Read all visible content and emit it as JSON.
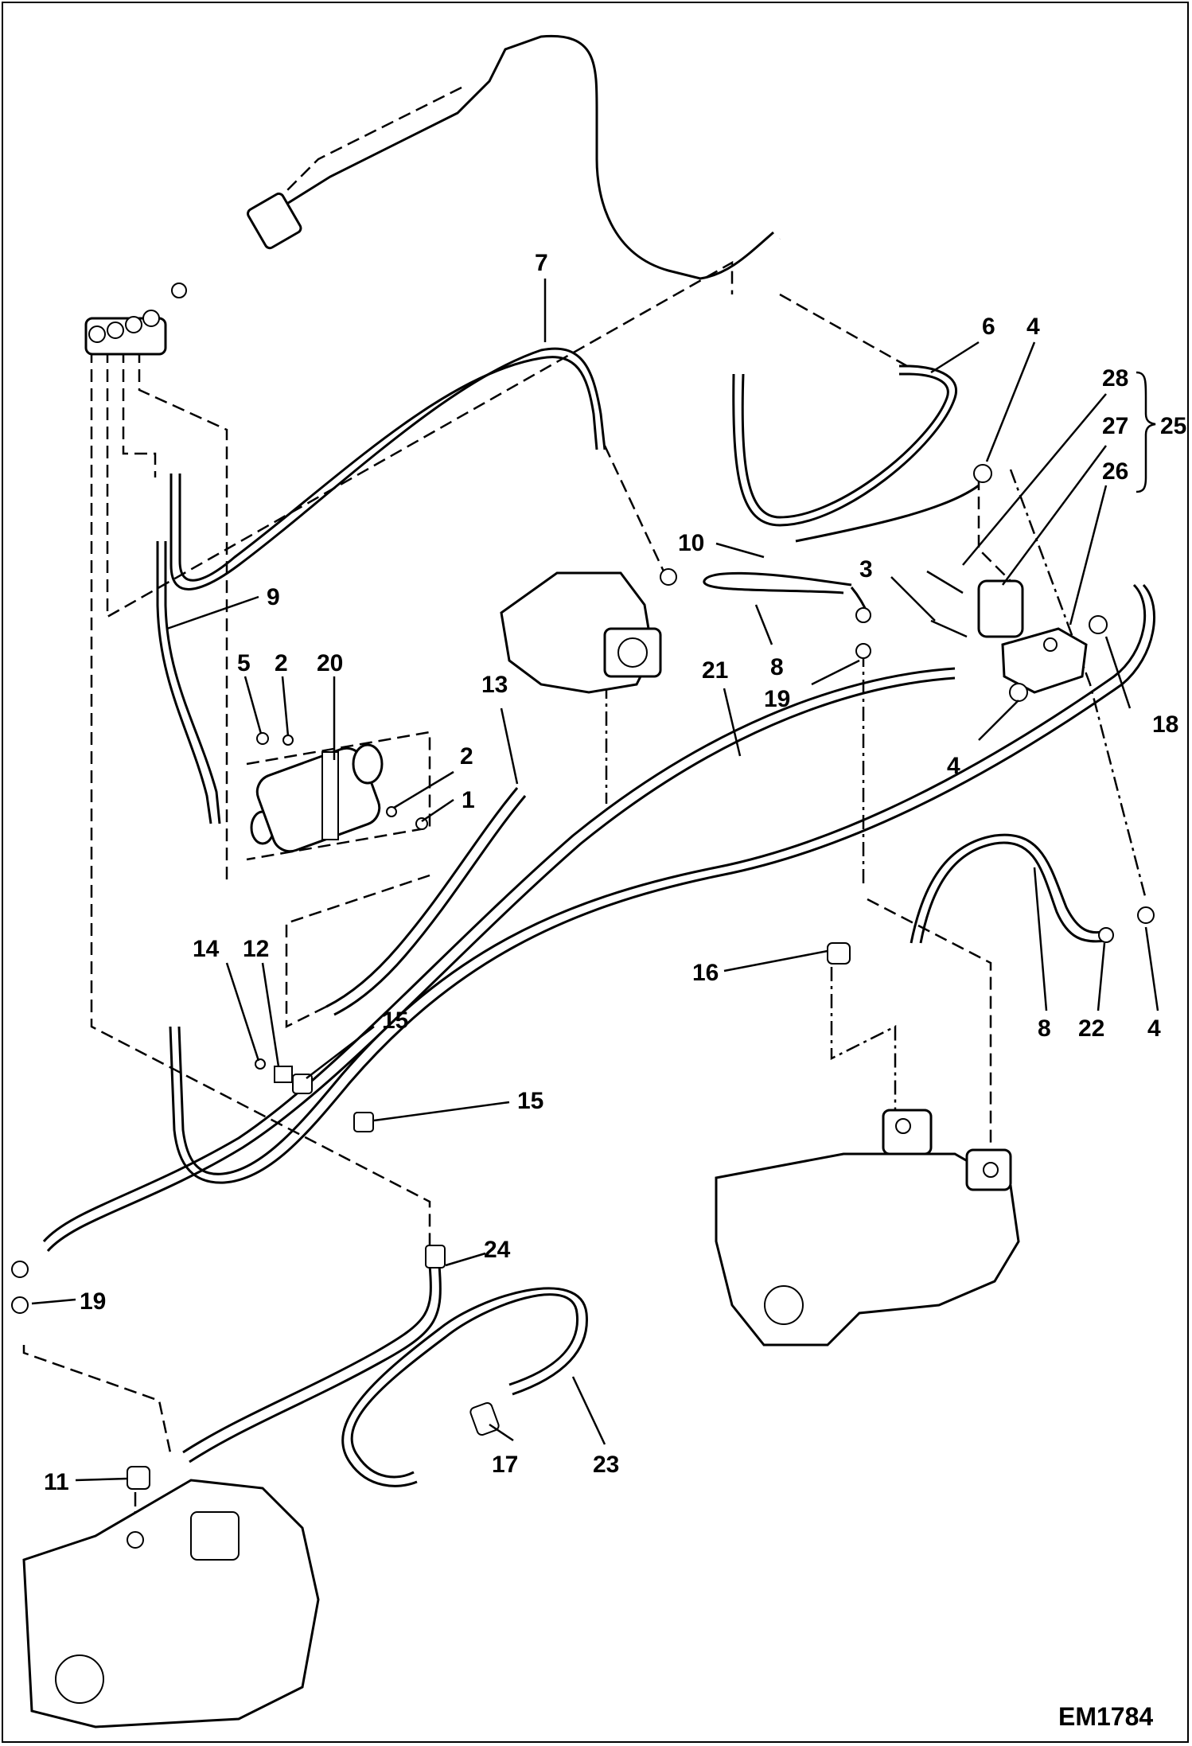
{
  "drawing_code": "EM1784",
  "callouts": {
    "c1": "1",
    "c2a": "2",
    "c2b": "2",
    "c3": "3",
    "c4a": "4",
    "c4b": "4",
    "c4c": "4",
    "c5": "5",
    "c6": "6",
    "c7": "7",
    "c8a": "8",
    "c8b": "8",
    "c9": "9",
    "c10": "10",
    "c11": "11",
    "c12": "12",
    "c13": "13",
    "c14": "14",
    "c15a": "15",
    "c15b": "15",
    "c16": "16",
    "c17": "17",
    "c18": "18",
    "c19a": "19",
    "c19b": "19",
    "c20": "20",
    "c21": "21",
    "c22": "22",
    "c23": "23",
    "c24": "24",
    "c25": "25",
    "c26": "26",
    "c27": "27",
    "c28": "28"
  },
  "icons": {
    "bracket": "brace-right"
  }
}
